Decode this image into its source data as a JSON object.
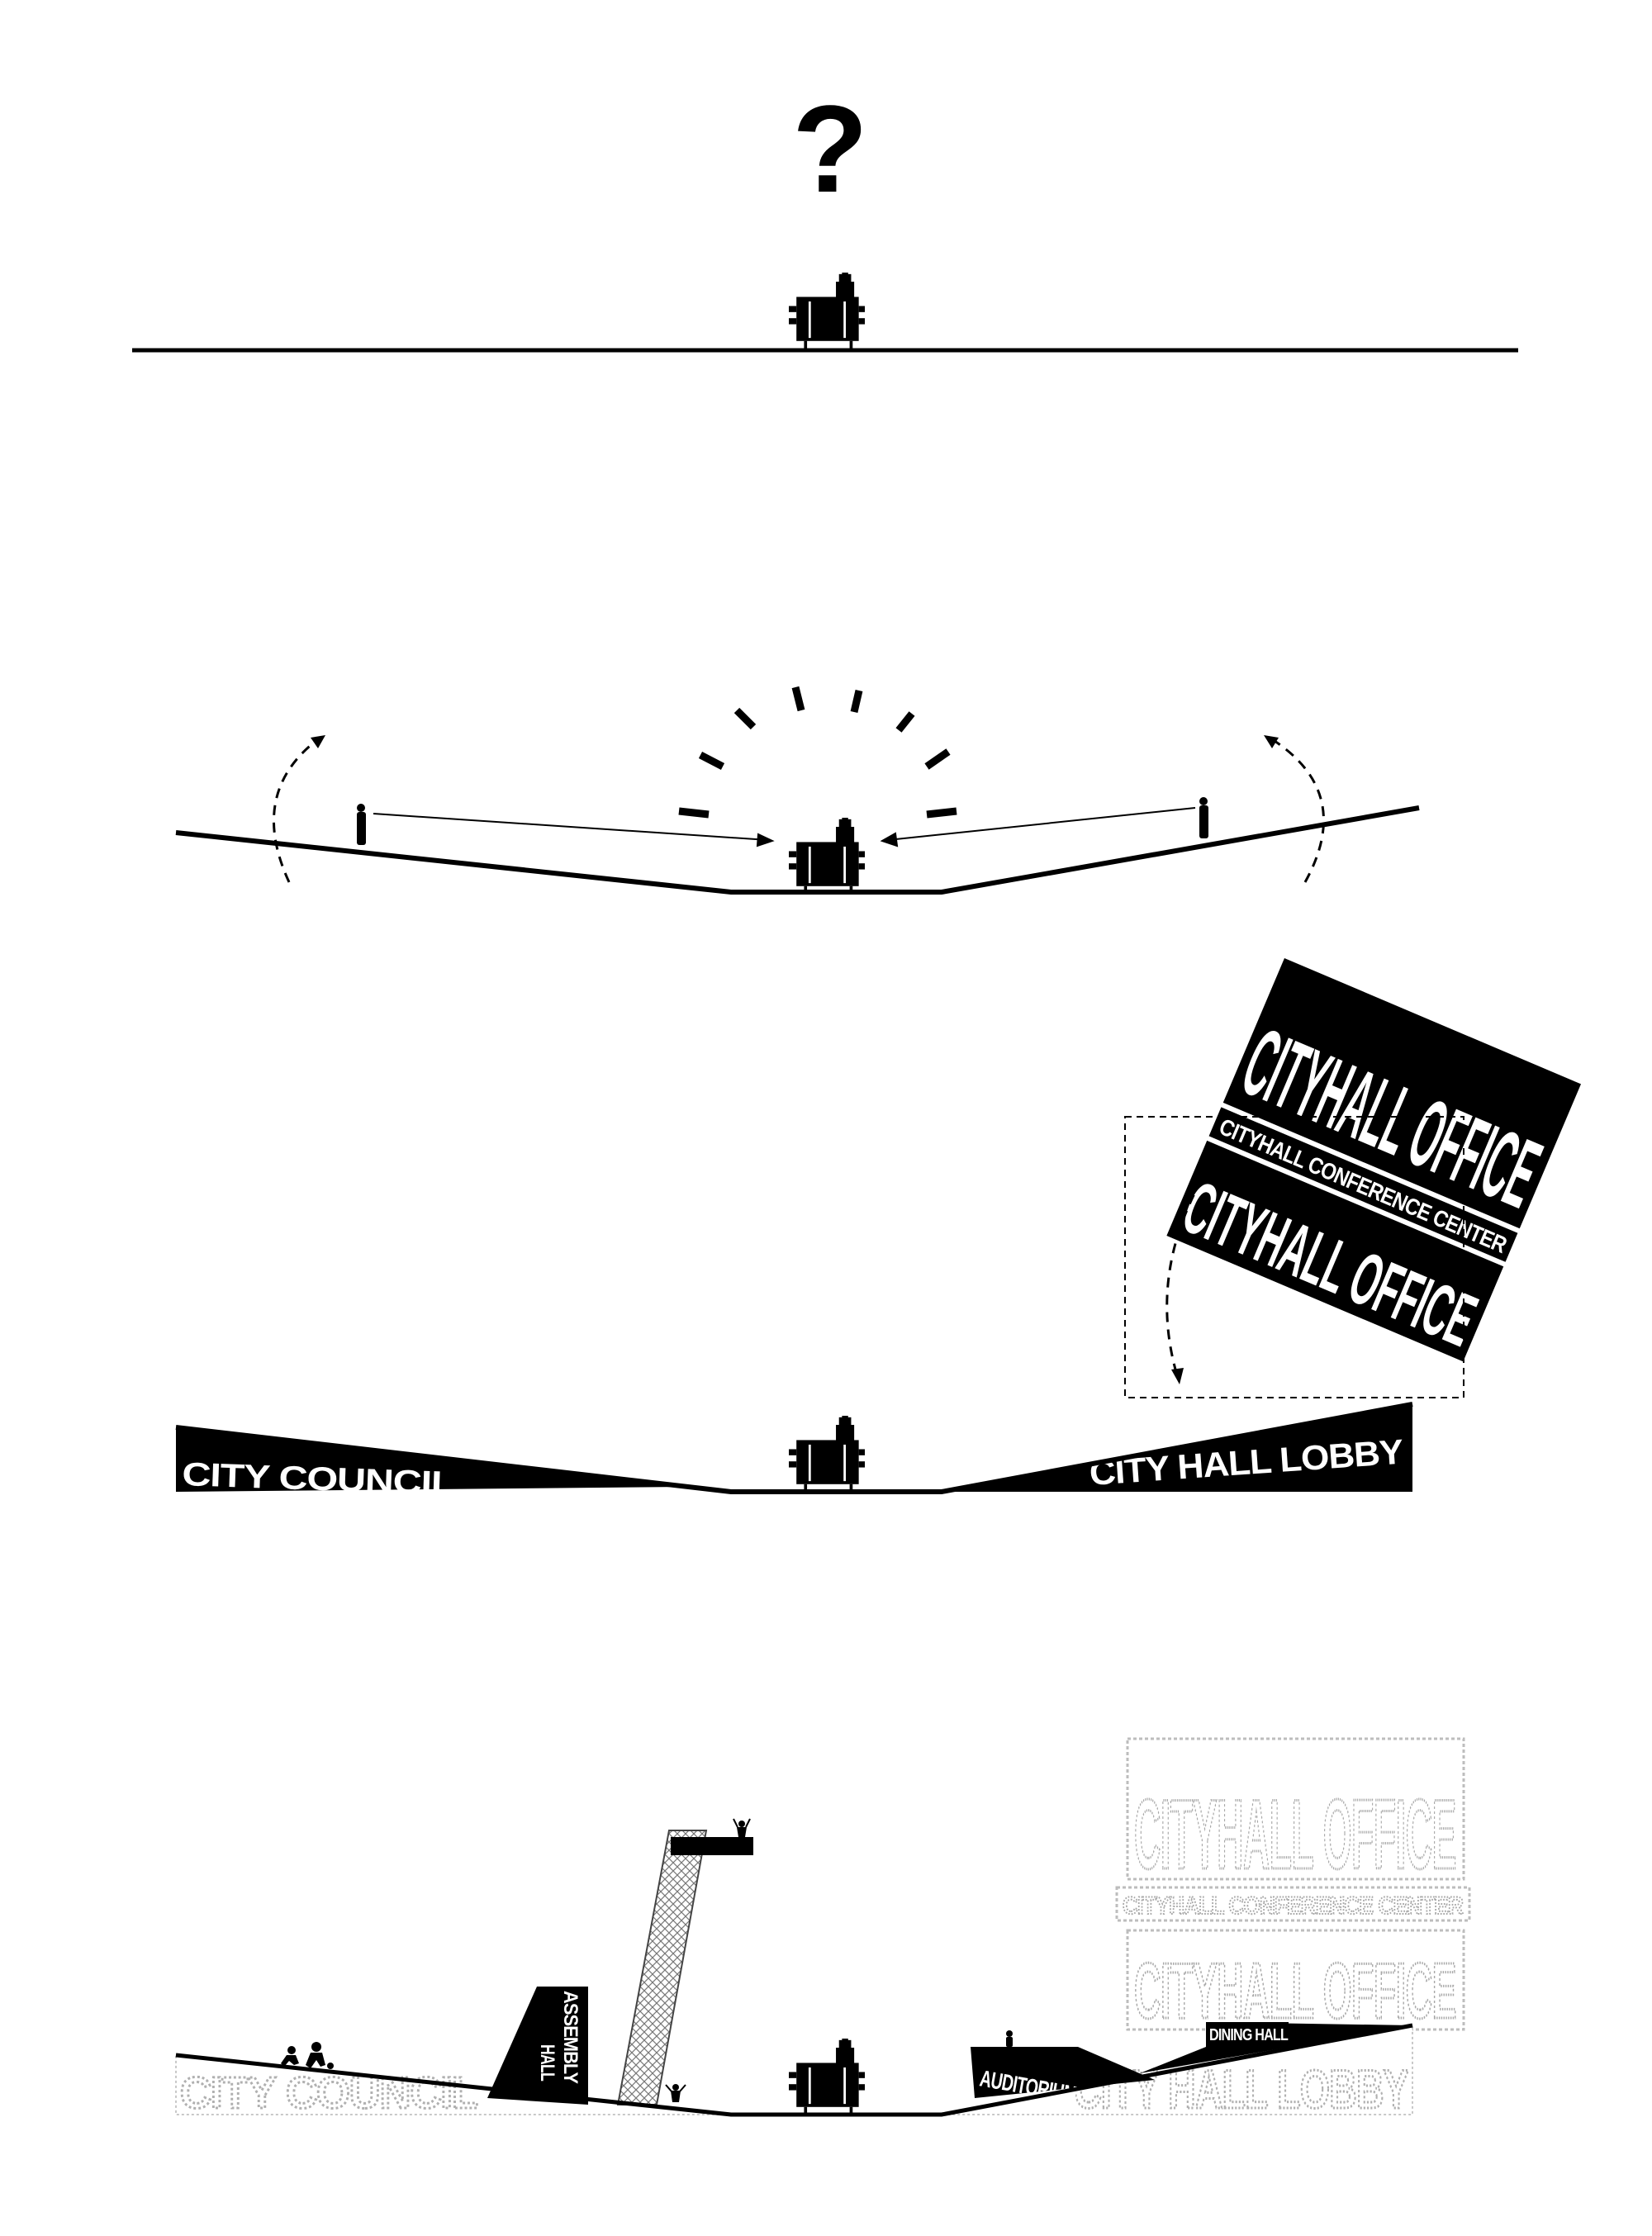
{
  "panel1": {
    "symbol": "?"
  },
  "panel3": {
    "city_council": "CITY COUNCIL",
    "city_hall_lobby": "CITY HALL LOBBY",
    "cityhall_office_top": "CITYHALL OFFICE",
    "cityhall_conference_center": "CITYHALL CONFERENCE CENTER",
    "cityhall_office_bottom": "CITYHALL OFFICE"
  },
  "panel4": {
    "city_council": "CITY COUNCIL",
    "city_hall_lobby": "CITY HALL LOBBY",
    "assembly": "ASSEMBLY",
    "hall": "HALL",
    "auditorium": "AUDITORIUM",
    "dining_hall": "DINING HALL",
    "cityhall_office_top": "CITYHALL OFFICE",
    "cityhall_conference_center": "CITYHALL CONFERENCE CENTER",
    "cityhall_office_bottom": "CITYHALL OFFICE"
  },
  "colors": {
    "ink": "#000000",
    "ghost": "#bdbdbd",
    "paper": "#ffffff"
  }
}
